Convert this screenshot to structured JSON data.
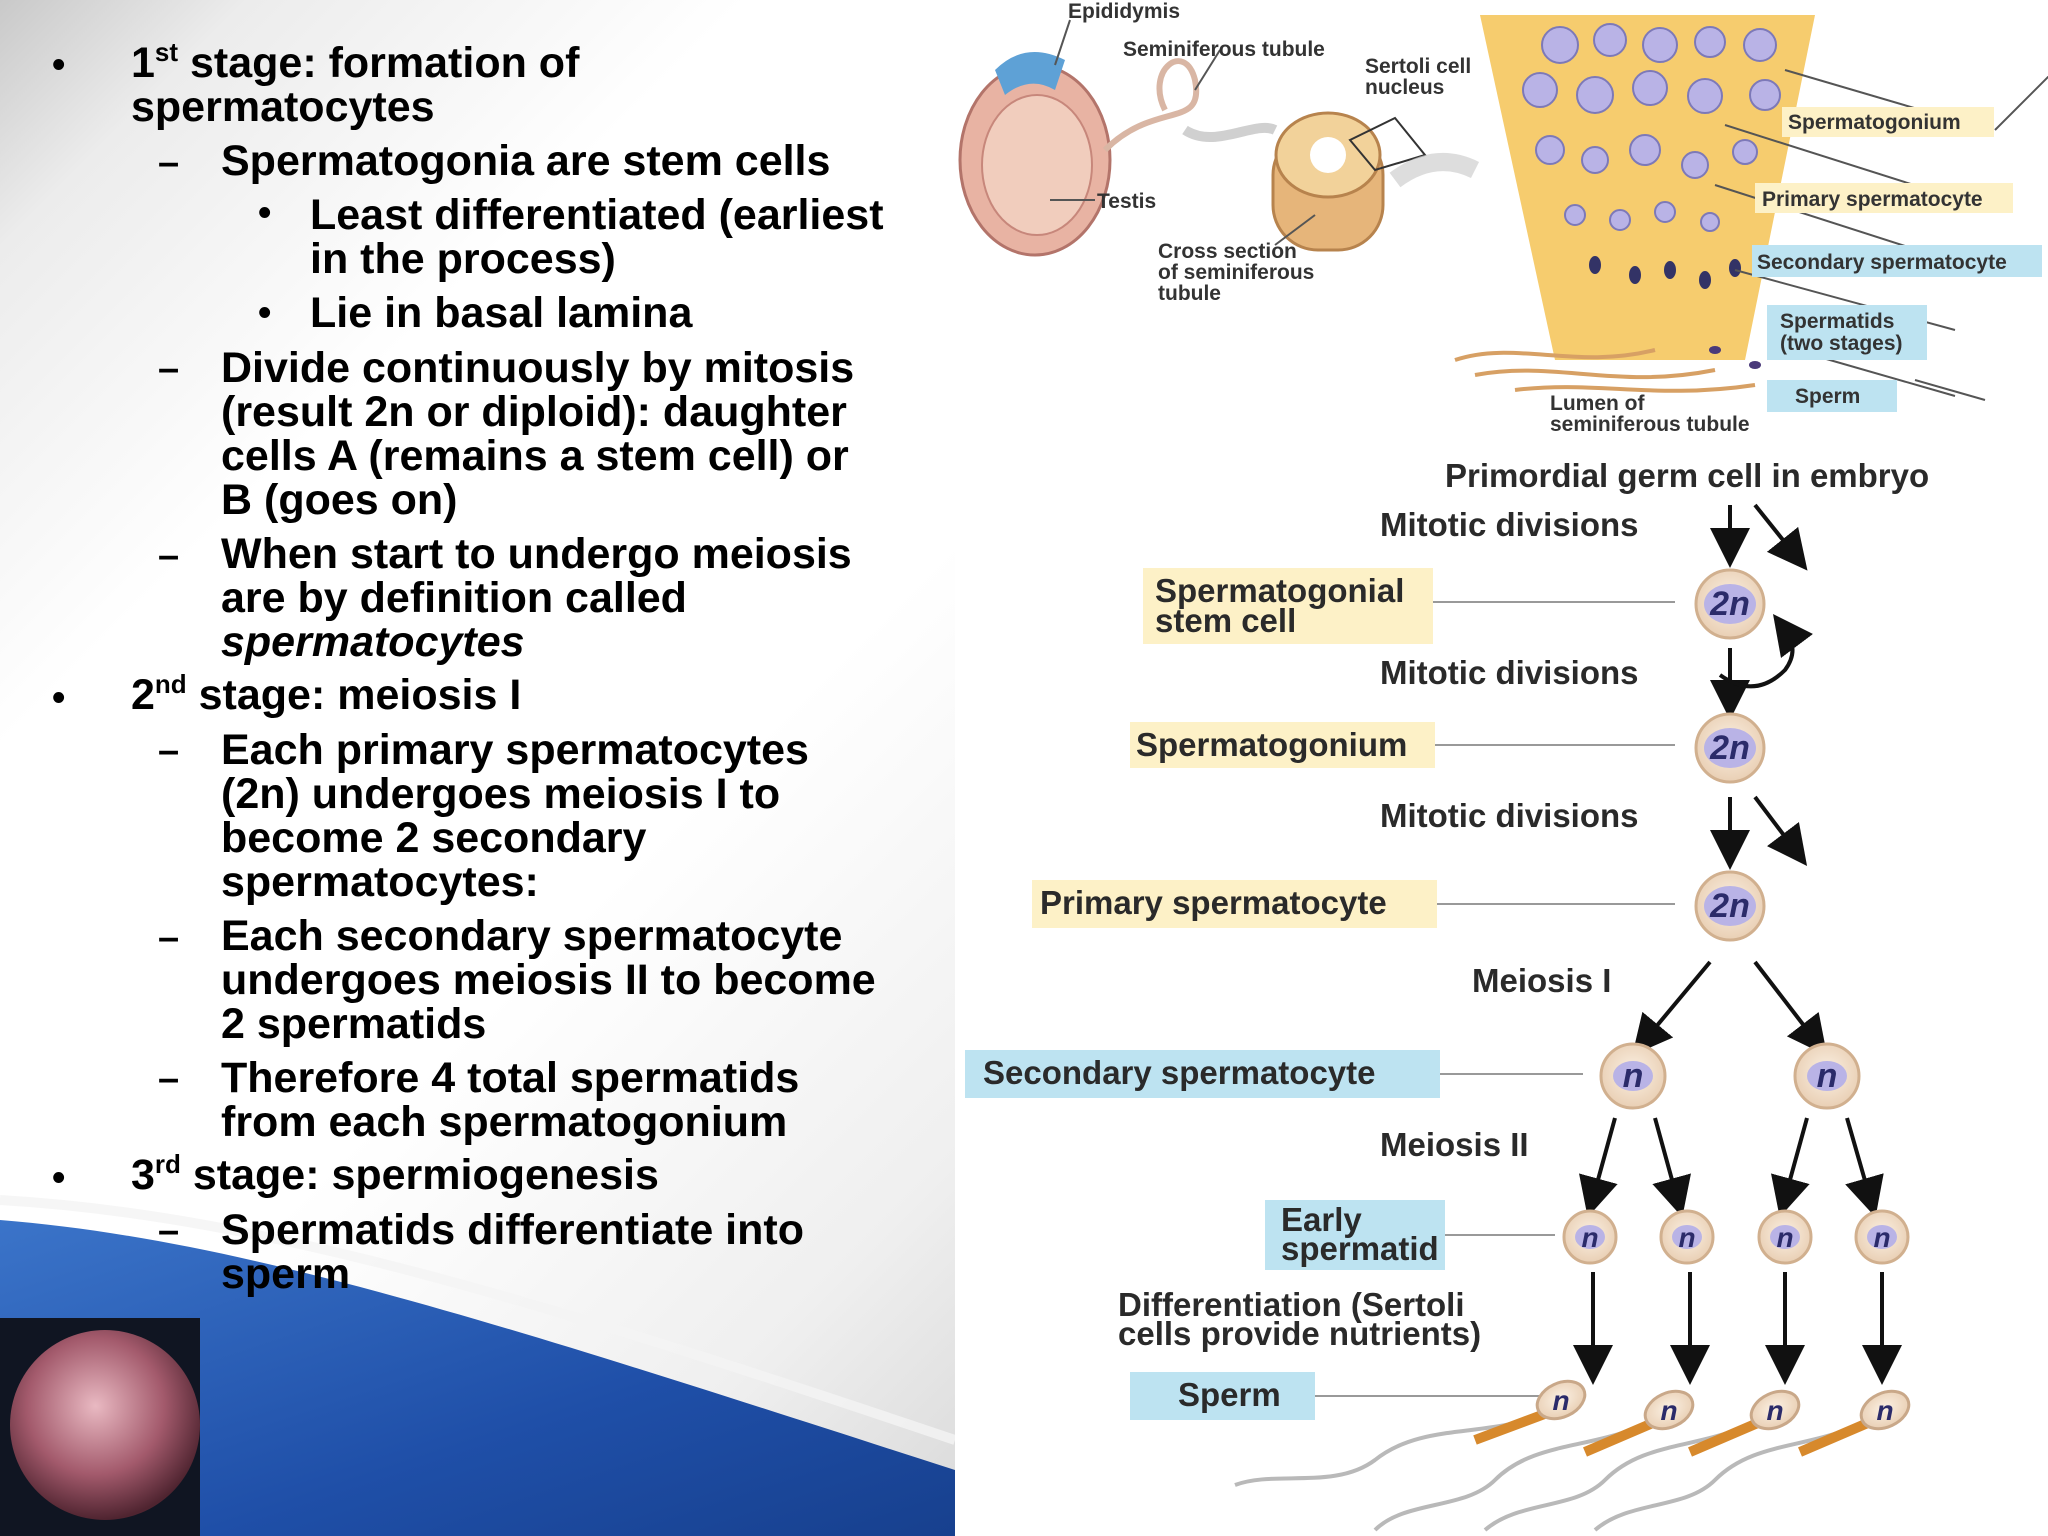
{
  "left": {
    "items": [
      {
        "level": 1,
        "lines": [
          "1|st| stage: formation of",
          "spermatocytes"
        ]
      },
      {
        "level": 2,
        "lines": [
          "Spermatogonia are stem cells"
        ]
      },
      {
        "level": 3,
        "lines": [
          "Least differentiated (earliest",
          "in the process)"
        ]
      },
      {
        "level": 3,
        "lines": [
          "Lie in basal lamina"
        ]
      },
      {
        "level": 2,
        "lines": [
          "Divide continuously by mitosis",
          "(result 2n or diploid): daughter",
          "cells A (remains a stem cell) or",
          "B (goes on)"
        ]
      },
      {
        "level": 2,
        "lines": [
          "When start to undergo meiosis",
          "are by definition called",
          "spermatocytes"
        ]
      },
      {
        "level": 1,
        "lines": [
          "2|nd| stage: meiosis I"
        ]
      },
      {
        "level": 2,
        "lines": [
          "Each primary spermatocytes",
          "(2n) undergoes meiosis I to",
          "become 2 secondary",
          "spermatocytes:"
        ]
      },
      {
        "level": 2,
        "lines": [
          "Each secondary spermatocyte",
          "undergoes meiosis II to become",
          "2 spermatids"
        ]
      },
      {
        "level": 2,
        "lines": [
          "Therefore 4 total spermatids",
          "from each spermatogonium"
        ]
      },
      {
        "level": 1,
        "lines": [
          "3|rd| stage: spermiogenesis"
        ]
      },
      {
        "level": 2,
        "lines": [
          "Spermatids differentiate into",
          "sperm"
        ]
      }
    ]
  },
  "top_figure": {
    "labels": {
      "epididymis": "Epididymis",
      "seminiferous_tubule": "Seminiferous tubule",
      "sertoli_nucleus_1": "Sertoli cell",
      "sertoli_nucleus_2": "nucleus",
      "testis": "Testis",
      "cross_1": "Cross section",
      "cross_2": "of seminiferous",
      "cross_3": "tubule",
      "lumen_1": "Lumen of",
      "lumen_2": "seminiferous tubule",
      "spermatogonium": "Spermatogonium",
      "primary": "Primary spermatocyte",
      "secondary": "Secondary spermatocyte",
      "spermatids_1": "Spermatids",
      "spermatids_2": "(two stages)",
      "sperm": "Sperm"
    }
  },
  "flow": {
    "primordial": "Primordial germ cell in embryo",
    "mitotic1": "Mitotic divisions",
    "stem_1": "Spermatogonial",
    "stem_2": "stem cell",
    "mitotic2": "Mitotic divisions",
    "spermatogonium": "Spermatogonium",
    "mitotic3": "Mitotic divisions",
    "primary": "Primary spermatocyte",
    "meiosis1": "Meiosis I",
    "secondary": "Secondary spermatocyte",
    "meiosis2": "Meiosis II",
    "early_1": "Early",
    "early_2": "spermatid",
    "diff_1": "Differentiation (Sertoli",
    "diff_2": "cells provide nutrients)",
    "sperm": "Sperm",
    "diploid": "2n",
    "haploid": "n"
  },
  "colors": {
    "label_yellow": "#fdf1c7",
    "label_blue": "#bde3f1",
    "cell_fill": "#f6e7d6",
    "nucleus": "#b9b3e6",
    "tissue": "#f6cc6e"
  }
}
